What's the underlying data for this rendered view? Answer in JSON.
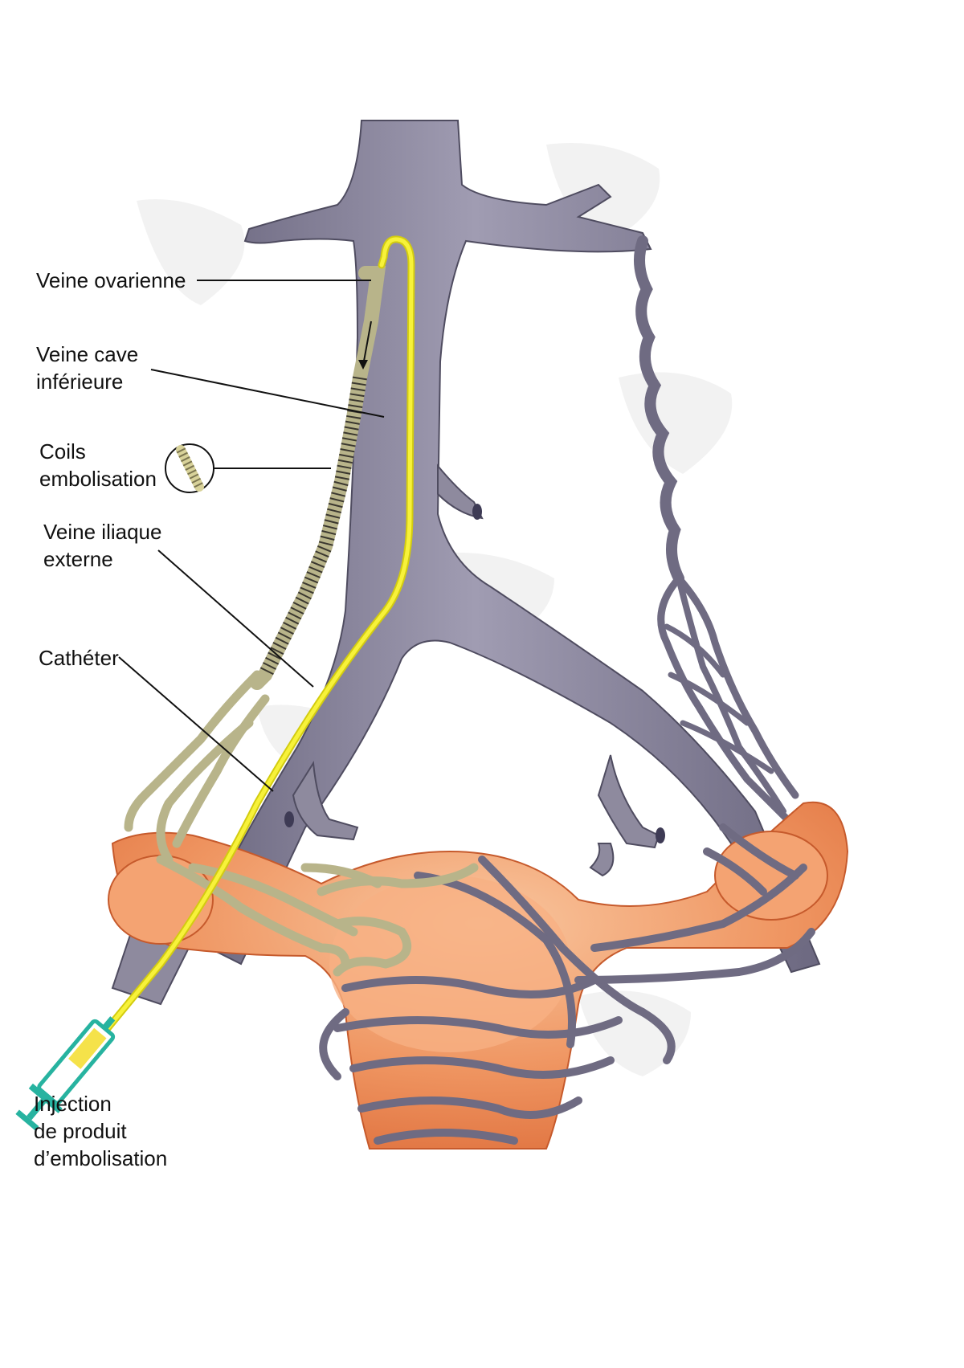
{
  "labels": {
    "ovarian_vein": [
      "Veine ovarienne"
    ],
    "ivc": [
      "Veine cave",
      "inférieure"
    ],
    "coils": [
      "Coils",
      "embolisation"
    ],
    "iliac": [
      "Veine iliaque",
      "externe"
    ],
    "catheter": [
      "Cathéter"
    ],
    "injection": [
      "Injection",
      "de produit",
      "d’embolisation"
    ]
  },
  "colors": {
    "vein_fill": "#8e8a9e",
    "vein_dark": "#5d5a6e",
    "vein_light": "#b2aec0",
    "catheter": "#f2ec1a",
    "embolized": "#b8b48a",
    "uterus": "#ef8a55",
    "uterus_light": "#f7b48a",
    "syringe": "#27b3a0"
  }
}
